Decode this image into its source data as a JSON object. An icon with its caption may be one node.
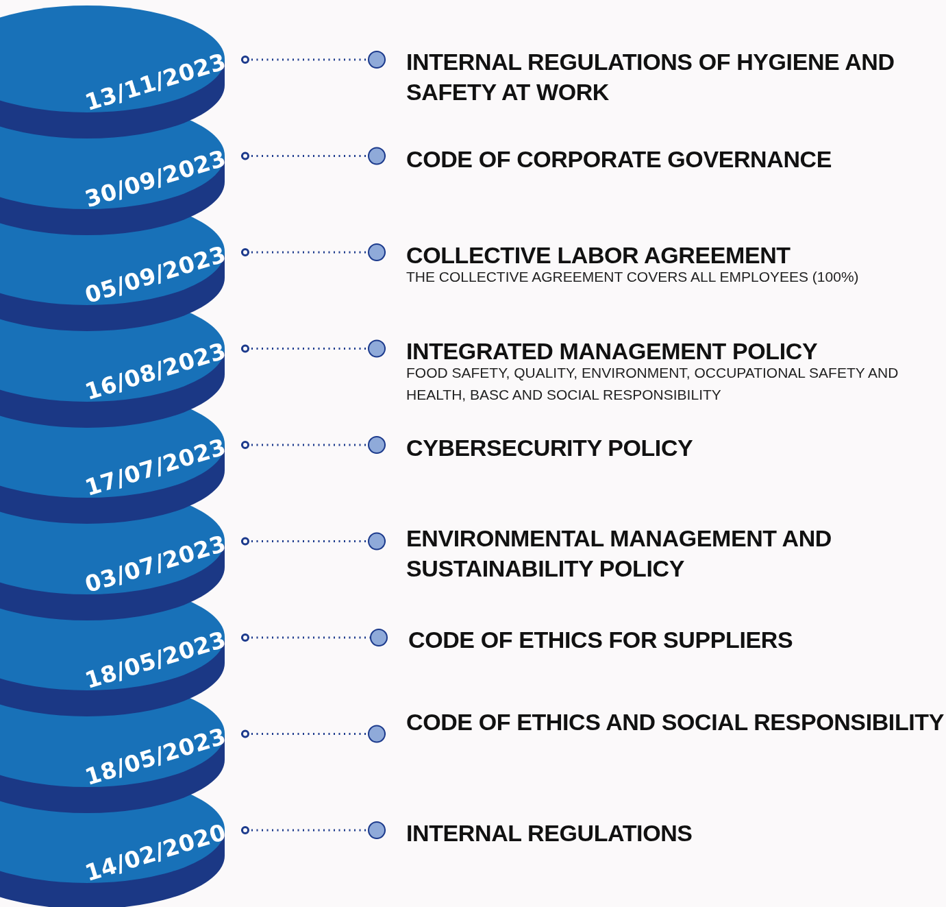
{
  "diagram": {
    "nodes": [
      {
        "text": [
          "13/11/2023"
        ]
      },
      {
        "text": [
          "INTERNAL REGULATIONS OF HYGIENE AND SAFETY AT WORK"
        ]
      },
      {
        "text": [
          "30/09/2023"
        ]
      },
      {
        "text": [
          "CODE OF CORPORATE GOVERNANCE"
        ]
      },
      {
        "text": [
          "05/09/2023"
        ]
      },
      {
        "text": [
          "COLLECTIVE LABOR AGREEMENT",
          "THE COLLECTIVE AGREEMENT COVERS ALL EMPLOYEES (100%)"
        ]
      },
      {
        "text": [
          "16/08/2023"
        ]
      },
      {
        "text": [
          "INTEGRATED MANAGEMENT POLICY",
          "FOOD SAFETY, QUALITY, ENVIRONMENT, OCCUPATIONAL SAFETY AND HEALTH, BASC AND SOCIAL RESPONSIBILITY"
        ]
      },
      {
        "text": [
          "17/07/2023"
        ]
      },
      {
        "text": [
          "CYBERSECURITY POLICY"
        ]
      },
      {
        "text": [
          "03/07/2023"
        ]
      },
      {
        "text": [
          "ENVIRONMENTAL MANAGEMENT AND SUSTAINABILITY POLICY"
        ]
      },
      {
        "text": [
          "18/05/2023"
        ]
      },
      {
        "text": [
          "CODE OF ETHICS FOR SUPPLIERS"
        ]
      },
      {
        "text": [
          "18/05/2023"
        ]
      },
      {
        "text": [
          "CODE OF ETHICS AND SOCIAL RESPONSIBILITY"
        ]
      },
      {
        "text": [
          "14/02/2020"
        ]
      },
      {
        "text": [
          "INTERNAL REGULATIONS"
        ]
      }
    ],
    "edges": [
      {
        "from": 0,
        "to": 1,
        "arrow": "other",
        "style": "dashed"
      },
      {
        "from": 2,
        "to": 3,
        "arrow": "other",
        "style": "dashed"
      },
      {
        "from": 4,
        "to": 5,
        "arrow": "other",
        "style": "dashed"
      },
      {
        "from": 6,
        "to": 7,
        "arrow": "other",
        "style": "dashed"
      },
      {
        "from": 8,
        "to": 9,
        "arrow": "other",
        "style": "dashed"
      },
      {
        "from": 10,
        "to": 11,
        "arrow": "other",
        "style": "dashed"
      },
      {
        "from": 12,
        "to": 13,
        "arrow": "other",
        "style": "dashed"
      },
      {
        "from": 14,
        "to": 15,
        "arrow": "other",
        "style": "dashed"
      },
      {
        "from": 16,
        "to": 17,
        "arrow": "other",
        "style": "dashed"
      }
    ]
  }
}
